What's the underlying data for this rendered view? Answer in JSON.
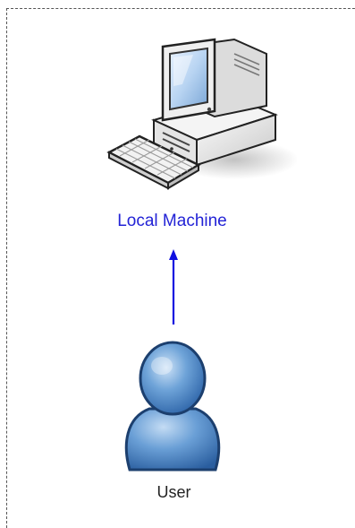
{
  "diagram": {
    "nodes": [
      {
        "id": "local-machine",
        "label": "Local Machine",
        "icon": "desktop-computer-icon",
        "label_color": "#2323d6"
      },
      {
        "id": "user",
        "label": "User",
        "icon": "user-icon",
        "label_color": "#222222"
      }
    ],
    "edges": [
      {
        "from": "user",
        "to": "local-machine",
        "color": "#1010e0",
        "style": "arrow"
      }
    ],
    "boundary_style": "dashed"
  }
}
